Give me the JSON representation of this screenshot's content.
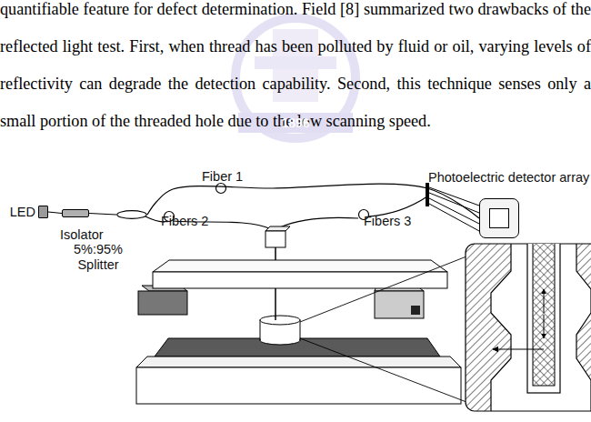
{
  "diagram": {
    "nodes": [
      {
        "text": [
          "LED"
        ]
      },
      {
        "text": [
          "Isolator"
        ]
      },
      {
        "text": [
          "5%:95% Splitter"
        ]
      },
      {
        "text": [
          "Photoelectric detector array"
        ]
      }
    ],
    "edges": [
      {
        "from": 0,
        "to": 1,
        "arrow": "none"
      },
      {
        "from": 1,
        "to": 2,
        "arrow": "none"
      },
      {
        "from": 2,
        "to": 3,
        "label": "Fiber 1",
        "arrow": "none"
      }
    ],
    "labels": [
      "quantifiable feature for defect determination. Field [8] summarized two drawbacks of the reflected light test. First, when thread has been polluted by fluid or oil, varying levels of reflectivity can degrade the detection capability. Second, this technique senses only a small portion of the threaded hole due to the low scanning speed.",
      "1896",
      "Fibers 2",
      "Fibers 3"
    ]
  }
}
